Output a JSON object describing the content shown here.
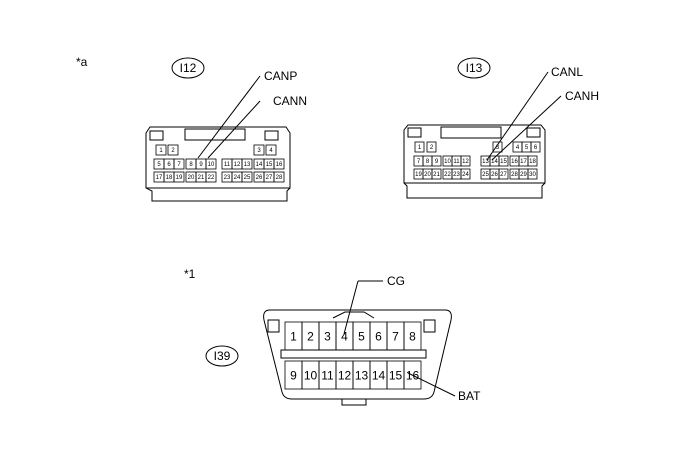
{
  "labels": {
    "note_a": "*a",
    "note_1": "*1"
  },
  "connectors": {
    "i12": {
      "id": "I12",
      "callouts": [
        "CANP",
        "CANN"
      ],
      "rows": [
        [
          "1",
          "2",
          "3",
          "4"
        ],
        [
          "5",
          "6",
          "7",
          "8",
          "9",
          "10",
          "11",
          "12",
          "13",
          "14",
          "15",
          "16"
        ],
        [
          "17",
          "18",
          "19",
          "20",
          "21",
          "22",
          "23",
          "24",
          "25",
          "26",
          "27",
          "28"
        ]
      ]
    },
    "i13": {
      "id": "I13",
      "callouts": [
        "CANL",
        "CANH"
      ],
      "rows": [
        [
          "1",
          "2",
          "3",
          "4",
          "5",
          "6"
        ],
        [
          "7",
          "8",
          "9",
          "10",
          "11",
          "12",
          "13",
          "14",
          "15",
          "16",
          "17",
          "18"
        ],
        [
          "19",
          "20",
          "21",
          "22",
          "23",
          "24",
          "25",
          "26",
          "27",
          "28",
          "29",
          "30"
        ]
      ]
    },
    "i39": {
      "id": "I39",
      "callouts": [
        "CG",
        "BAT"
      ],
      "top_pins": [
        "1",
        "2",
        "3",
        "4",
        "5",
        "6",
        "7",
        "8"
      ],
      "bottom_pins": [
        "9",
        "10",
        "11",
        "12",
        "13",
        "14",
        "15",
        "16"
      ]
    }
  }
}
